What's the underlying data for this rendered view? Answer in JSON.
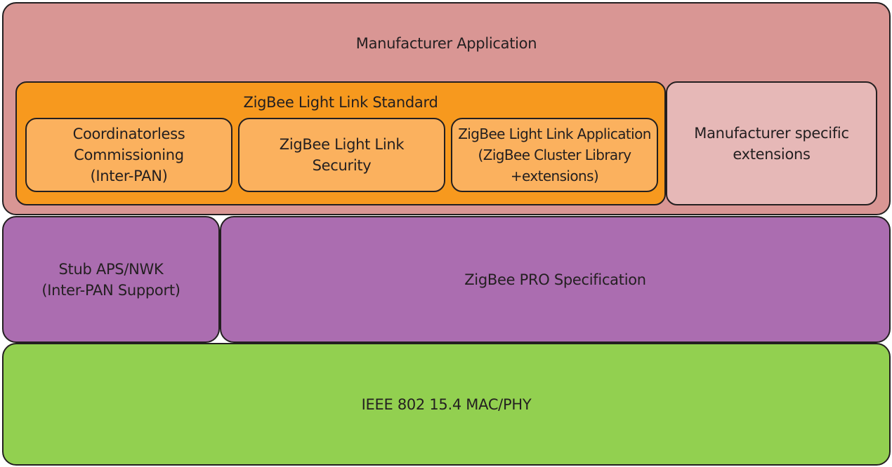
{
  "diagram": {
    "title": "ZigBee Light Link protocol stack",
    "colors": {
      "manufacturer_application": "#d99694",
      "zll_standard": "#f7991e",
      "zll_components": "#fbb15e",
      "manufacturer_extensions": "#e6b8b7",
      "network_layer": "#ab6db0",
      "mac_phy": "#92d050",
      "outline": "#231f20"
    },
    "layers": {
      "manufacturer_application": {
        "label": "Manufacturer Application",
        "zll_standard": {
          "label": "ZigBee Light Link Standard",
          "components": [
            {
              "label": "Coordinatorless\nCommissioning\n(Inter-PAN)"
            },
            {
              "label": "ZigBee Light Link\nSecurity"
            },
            {
              "label": "ZigBee Light Link Application\n(ZigBee Cluster Library\n+extensions)"
            }
          ]
        },
        "manufacturer_extensions": {
          "label": "Manufacturer specific\nextensions"
        }
      },
      "network": {
        "stub": {
          "label": "Stub APS/NWK\n(Inter-PAN Support)"
        },
        "pro": {
          "label": "ZigBee PRO Specification"
        }
      },
      "mac_phy": {
        "label": "IEEE 802 15.4 MAC/PHY"
      }
    }
  }
}
